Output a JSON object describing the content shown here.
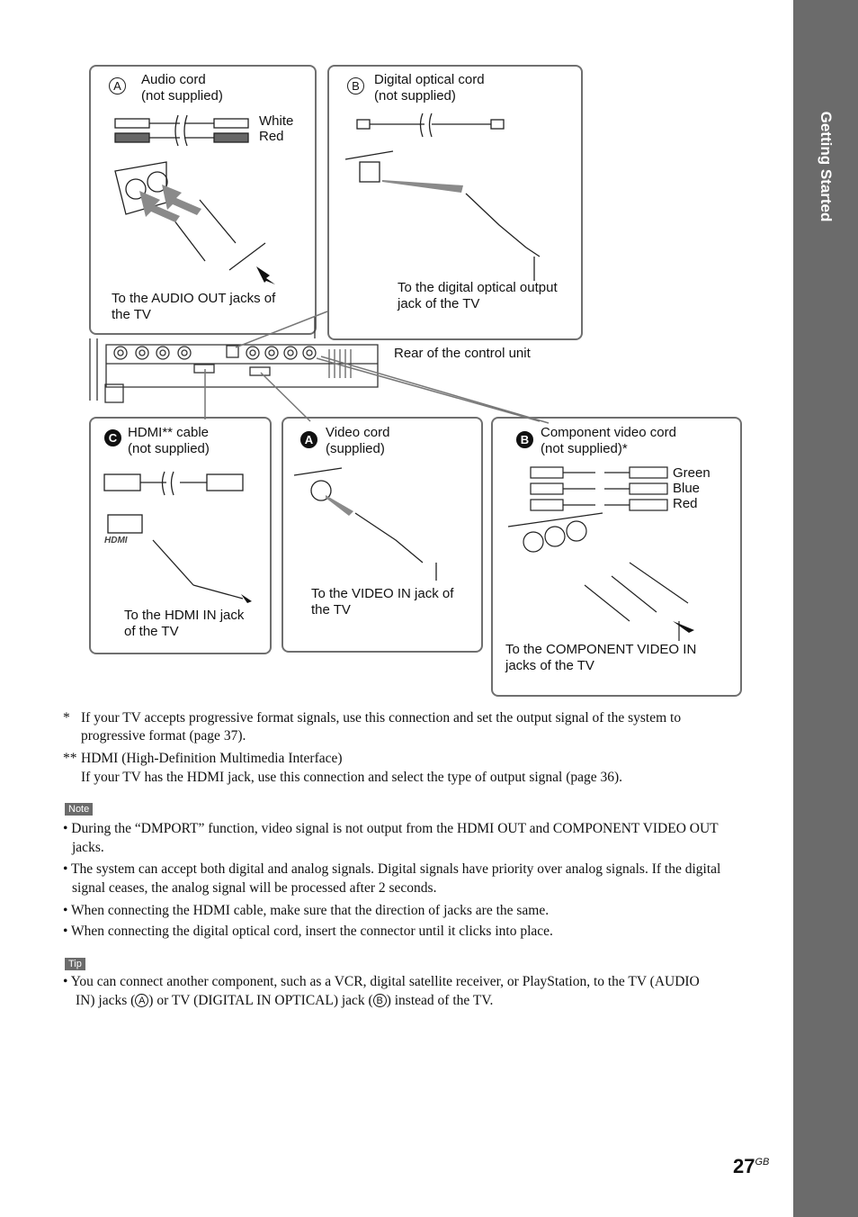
{
  "sidebar": {
    "section_title": "Getting Started"
  },
  "diagram": {
    "rear_label": "Rear of the control unit",
    "panel_a_top": {
      "badge": "A",
      "title": "Audio cord\n(not supplied)",
      "color1": "White",
      "color2": "Red",
      "caption": "To the AUDIO OUT jacks of\nthe TV"
    },
    "panel_b_top": {
      "badge": "B",
      "title": "Digital optical cord\n(not supplied)",
      "caption": "To the digital optical output\njack of the TV"
    },
    "panel_c": {
      "badge": "C",
      "title": "HDMI** cable\n(not supplied)",
      "caption": "To the HDMI IN jack\nof the TV",
      "jack_text": "HDMI"
    },
    "panel_a_bottom": {
      "badge": "A",
      "title": "Video cord\n(supplied)",
      "caption": "To the VIDEO IN jack of\nthe TV"
    },
    "panel_b_bottom": {
      "badge": "B",
      "title": "Component video cord\n(not supplied)*",
      "color1": "Green",
      "color2": "Blue",
      "color3": "Red",
      "caption": "To the COMPONENT VIDEO IN\njacks of the TV"
    }
  },
  "footnotes": {
    "star_mark": "*",
    "star_text": "If your TV accepts progressive format signals, use this connection and set the output signal of the system to",
    "star_text2": "progressive format (page 37).",
    "dstar_mark": "**",
    "dstar_text": "HDMI (High-Definition Multimedia Interface)",
    "dstar_text2": "If your TV has the HDMI jack, use this connection and select the type of output signal (page 36)."
  },
  "note": {
    "label": "Note",
    "items": [
      {
        "l1": "• During the “DMPORT” function, video signal is not output from the HDMI OUT and COMPONENT VIDEO OUT",
        "l2": "jacks."
      },
      {
        "l1": "• The system can accept both digital and analog signals. Digital signals have priority over analog signals. If the digital",
        "l2": "signal ceases, the analog signal will be processed after 2 seconds."
      },
      {
        "l1": "• When connecting the HDMI cable, make sure that the direction of jacks are the same."
      },
      {
        "l1": "• When connecting the digital optical cord, insert the connector until it clicks into place."
      }
    ]
  },
  "tip": {
    "label": "Tip",
    "l1": "•  You can connect another component, such as a VCR, digital satellite receiver, or PlayStation, to the TV (AUDIO",
    "l2a": "IN) jacks (",
    "ba": "A",
    "l2b": ") or TV (DIGITAL IN OPTICAL) jack (",
    "bb": "B",
    "l2c": ") instead of the TV."
  },
  "page": {
    "number": "27",
    "suffix": "GB"
  }
}
